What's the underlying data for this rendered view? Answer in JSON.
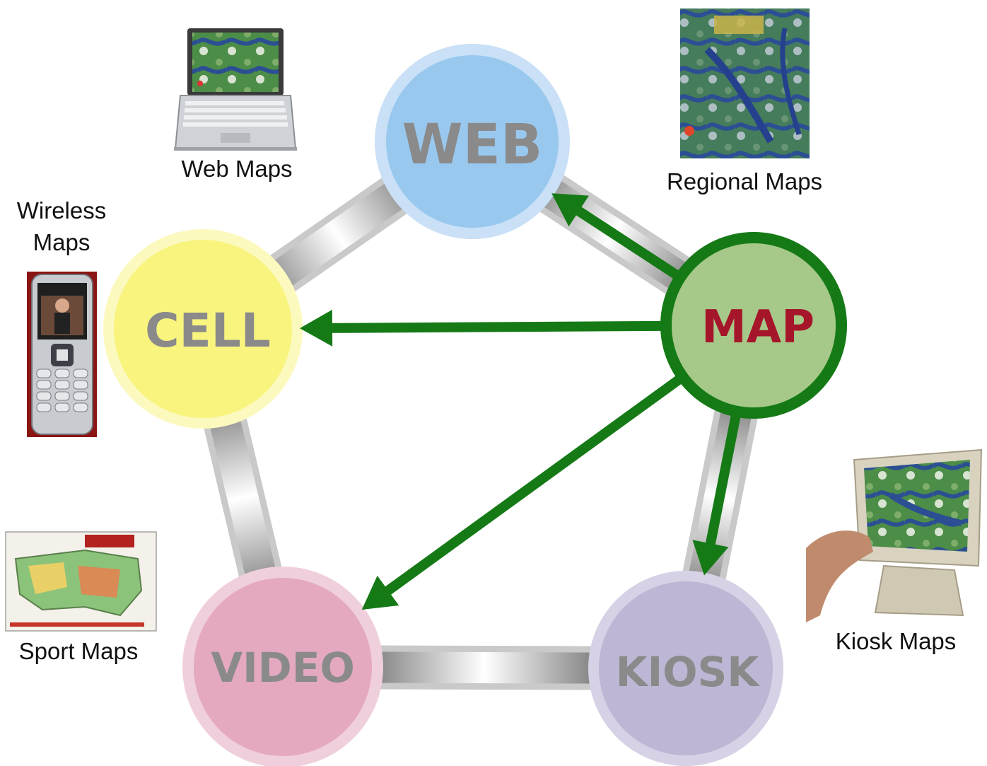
{
  "nodes": {
    "web": {
      "label": "WEB",
      "fill": "#99c8ef",
      "ring": "#c9e0f6",
      "text_color": "#8a8a8a"
    },
    "cell": {
      "label": "CELL",
      "fill": "#f8f47e",
      "ring": "#fcf9bf",
      "text_color": "#8a8a8a"
    },
    "video": {
      "label": "VIDEO",
      "fill": "#e4a9c1",
      "ring": "#f0cfdc",
      "text_color": "#8a8a8a"
    },
    "kiosk": {
      "label": "KIOSK",
      "fill": "#bdb6d4",
      "ring": "#d6d1e5",
      "text_color": "#8a8a8a"
    },
    "map": {
      "label": "MAP",
      "fill": "#a6c98a",
      "ring": "#157a16",
      "text_color": "#a5162a"
    }
  },
  "captions": {
    "web_maps": "Web Maps",
    "regional_maps": "Regional Maps",
    "wireless_line1": "Wireless",
    "wireless_line2": "Maps",
    "sport_maps": "Sport Maps",
    "kiosk_maps": "Kiosk Maps"
  },
  "thumbnails": {
    "laptop": "laptop-map-image",
    "regional_map": "regional-map-image",
    "phone": "cell-phone-image",
    "sport_map": "sport-map-image",
    "kiosk": "kiosk-touchscreen-image"
  },
  "arrow_color": "#157a16",
  "connector_gradient": [
    "#222222",
    "#ffffff"
  ],
  "connections": [
    [
      "web",
      "cell"
    ],
    [
      "web",
      "map"
    ],
    [
      "cell",
      "video"
    ],
    [
      "video",
      "kiosk"
    ],
    [
      "kiosk",
      "map"
    ]
  ],
  "arrows": [
    [
      "map",
      "web"
    ],
    [
      "map",
      "cell"
    ],
    [
      "map",
      "video"
    ],
    [
      "map",
      "kiosk"
    ]
  ]
}
